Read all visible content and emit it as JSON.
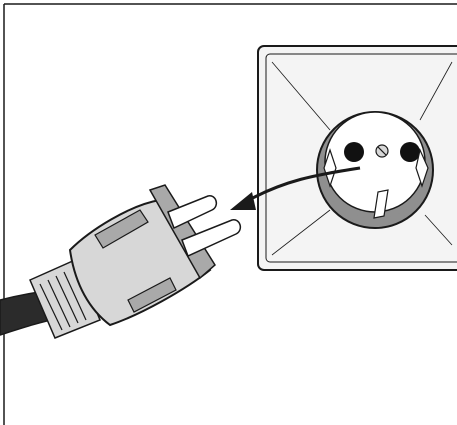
{
  "figure": {
    "subject": "plug-removal-from-wall-outlet",
    "icons": [
      "frame",
      "wall-socket-plate",
      "socket-recess",
      "socket-holes",
      "center-screw",
      "earthing-clip",
      "removal-arrow",
      "power-plug",
      "plug-pins",
      "power-cord"
    ]
  },
  "colors": {
    "outline": "#1a1a1a",
    "plate_fill": "#f4f4f4",
    "recess_fill": "#8f8f8f",
    "plug_fill": "#d7d7d7",
    "plug_shadow": "#a9a9a9",
    "pin_fill": "#ffffff",
    "cord_fill": "#2b2b2b",
    "hole_fill": "#111111"
  }
}
